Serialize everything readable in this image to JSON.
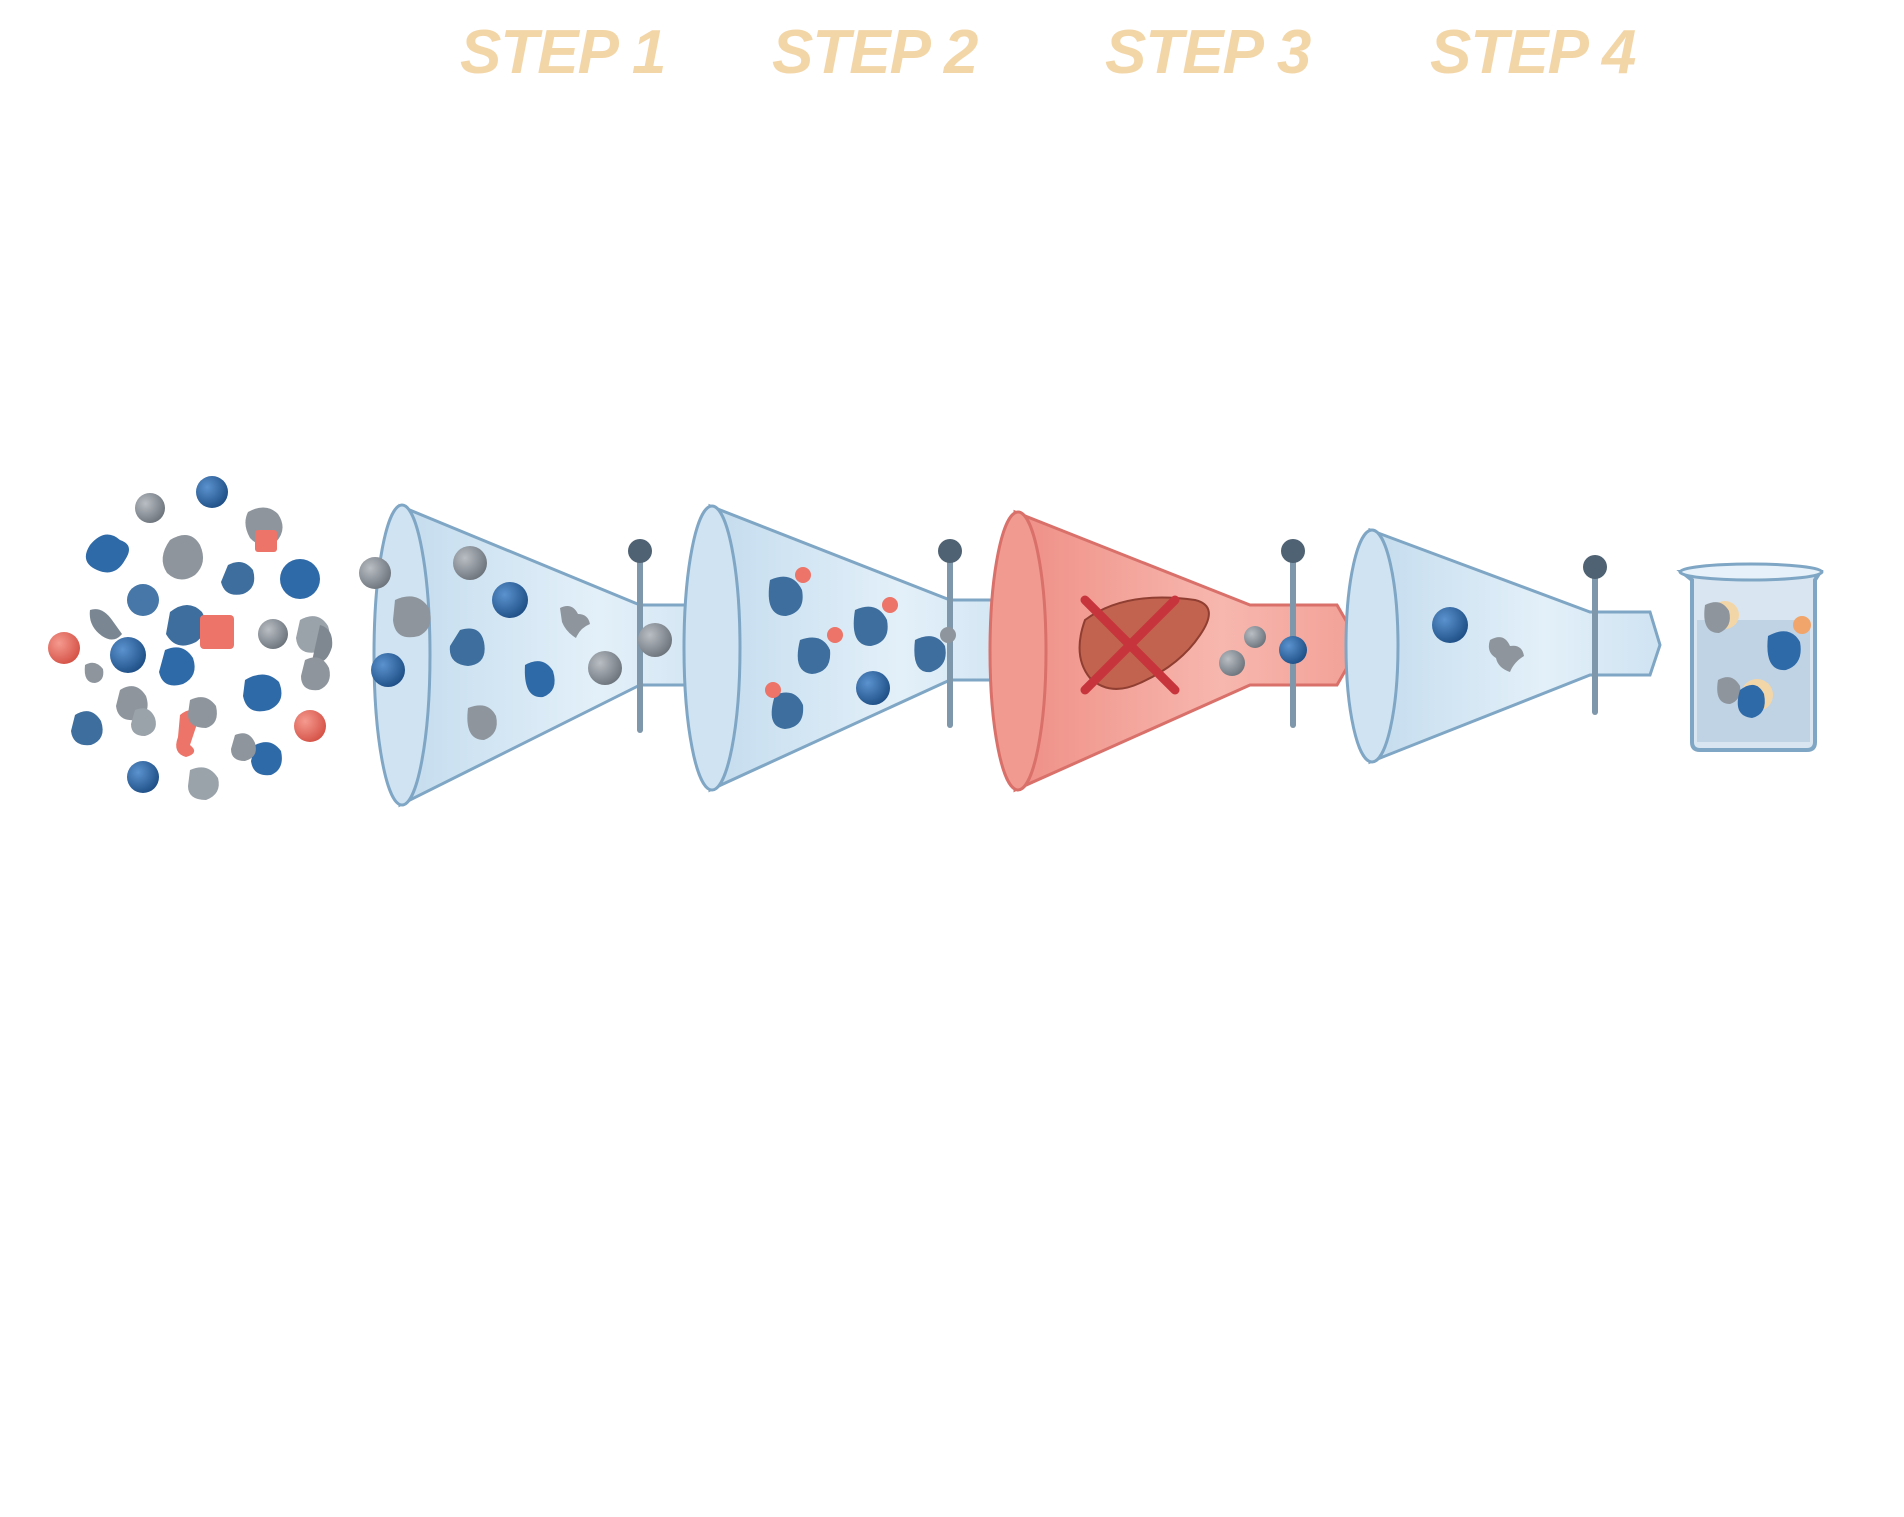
{
  "steps": [
    {
      "label": "STEP 1"
    },
    {
      "label": "STEP 2"
    },
    {
      "label": "STEP 3"
    },
    {
      "label": "STEP 4"
    }
  ],
  "colors": {
    "step_label": "#f3d6a8",
    "funnel_blue_fill": "#d6e9f5",
    "funnel_blue_stroke": "#7fa6c4",
    "funnel_red_fill": "#f4a79e",
    "funnel_red_stroke": "#d9706a",
    "particle_blue": "#2f6aa8",
    "particle_gray": "#8e959d",
    "particle_red": "#ec7468",
    "liver": "#c2634f",
    "cross": "#c8343c",
    "clamp": "#4f6273"
  },
  "icons": [
    "molecule-mixture",
    "filter-funnel",
    "liver-icon",
    "cross-mark",
    "beaker-icon"
  ]
}
